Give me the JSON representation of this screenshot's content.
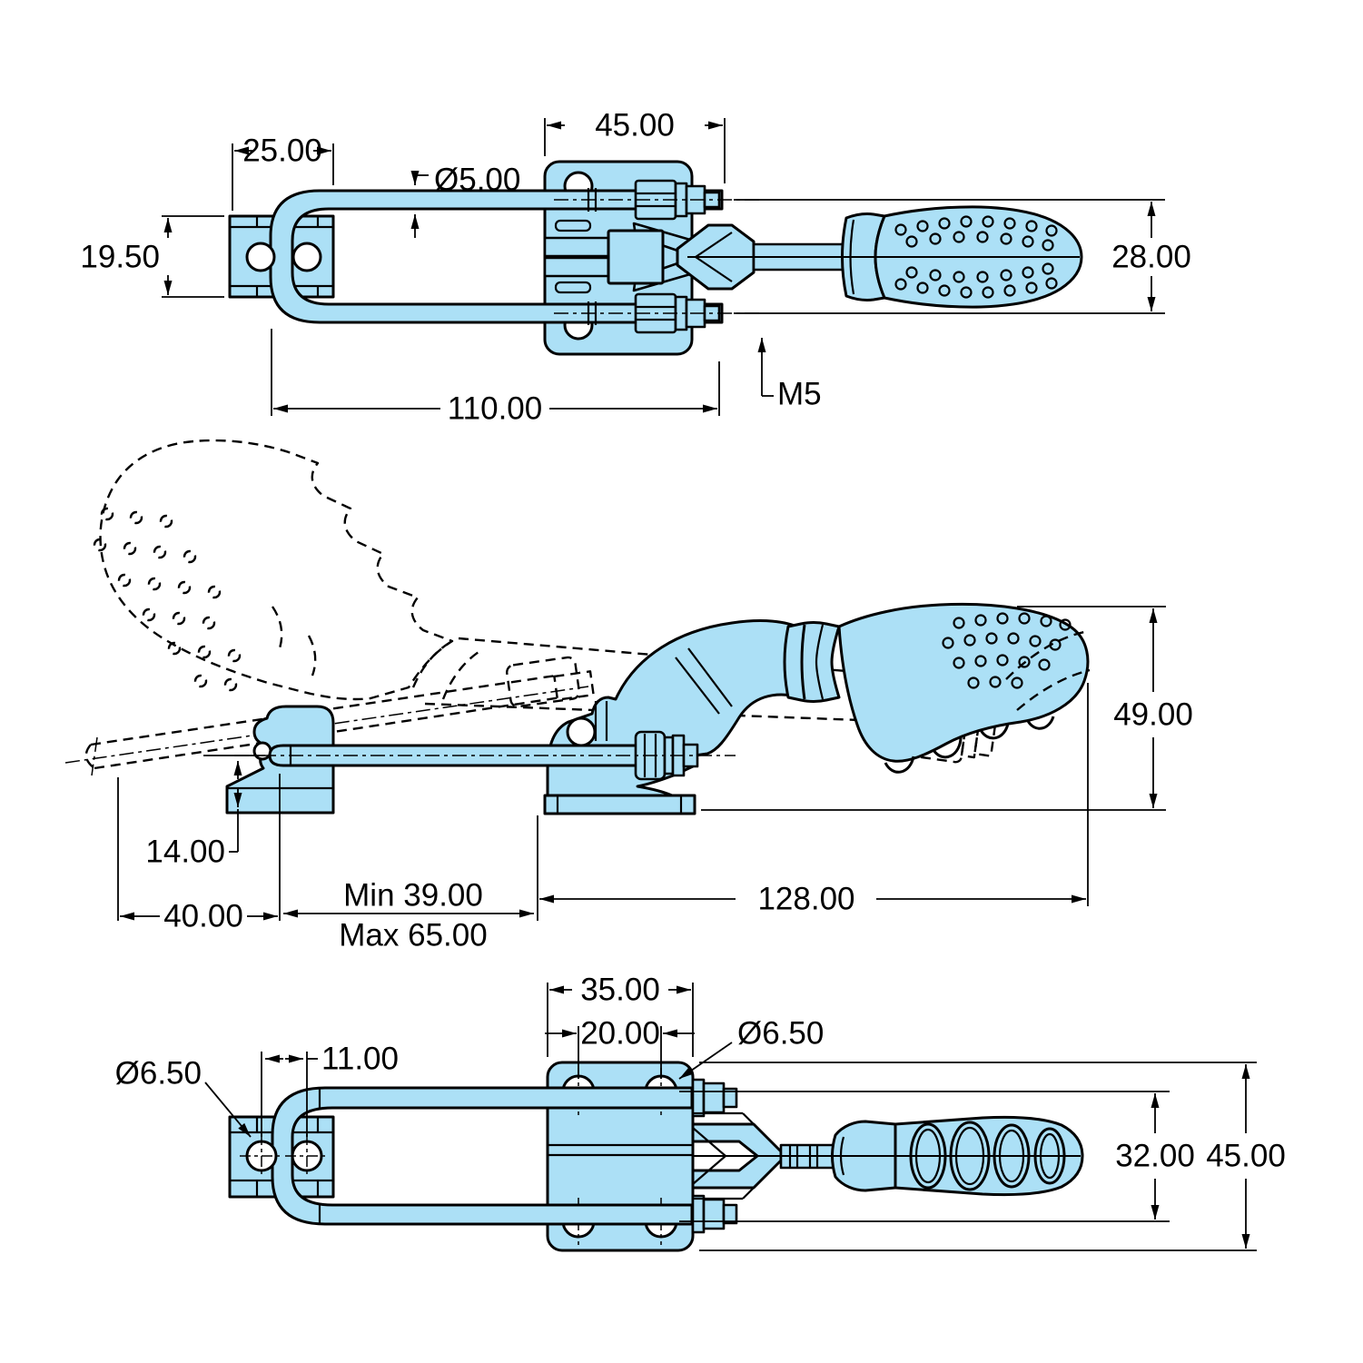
{
  "drawing": {
    "title": "latch toggle clamp dimension drawing",
    "part_fill_color": "#ACE0F6",
    "line_color": "#000000",
    "views": {
      "top": {
        "name": "top view",
        "dims": {
          "w25": "25.00",
          "d5": "Ø5.00",
          "w45": "45.00",
          "h19_5": "19.50",
          "h28": "28.00",
          "l110": "110.00",
          "thread": "M5"
        }
      },
      "side": {
        "name": "side view with open handle position (phantom)",
        "dims": {
          "h49": "49.00",
          "h14": "14.00",
          "w40": "40.00",
          "min": "Min 39.00",
          "max": "Max 65.00",
          "l128": "128.00"
        }
      },
      "bottom": {
        "name": "bottom view",
        "dims": {
          "w35": "35.00",
          "s20": "20.00",
          "d65_plate": "Ø6.50",
          "d65_block": "Ø6.50",
          "s11": "11.00",
          "h32": "32.00",
          "h45": "45.00"
        }
      }
    }
  }
}
